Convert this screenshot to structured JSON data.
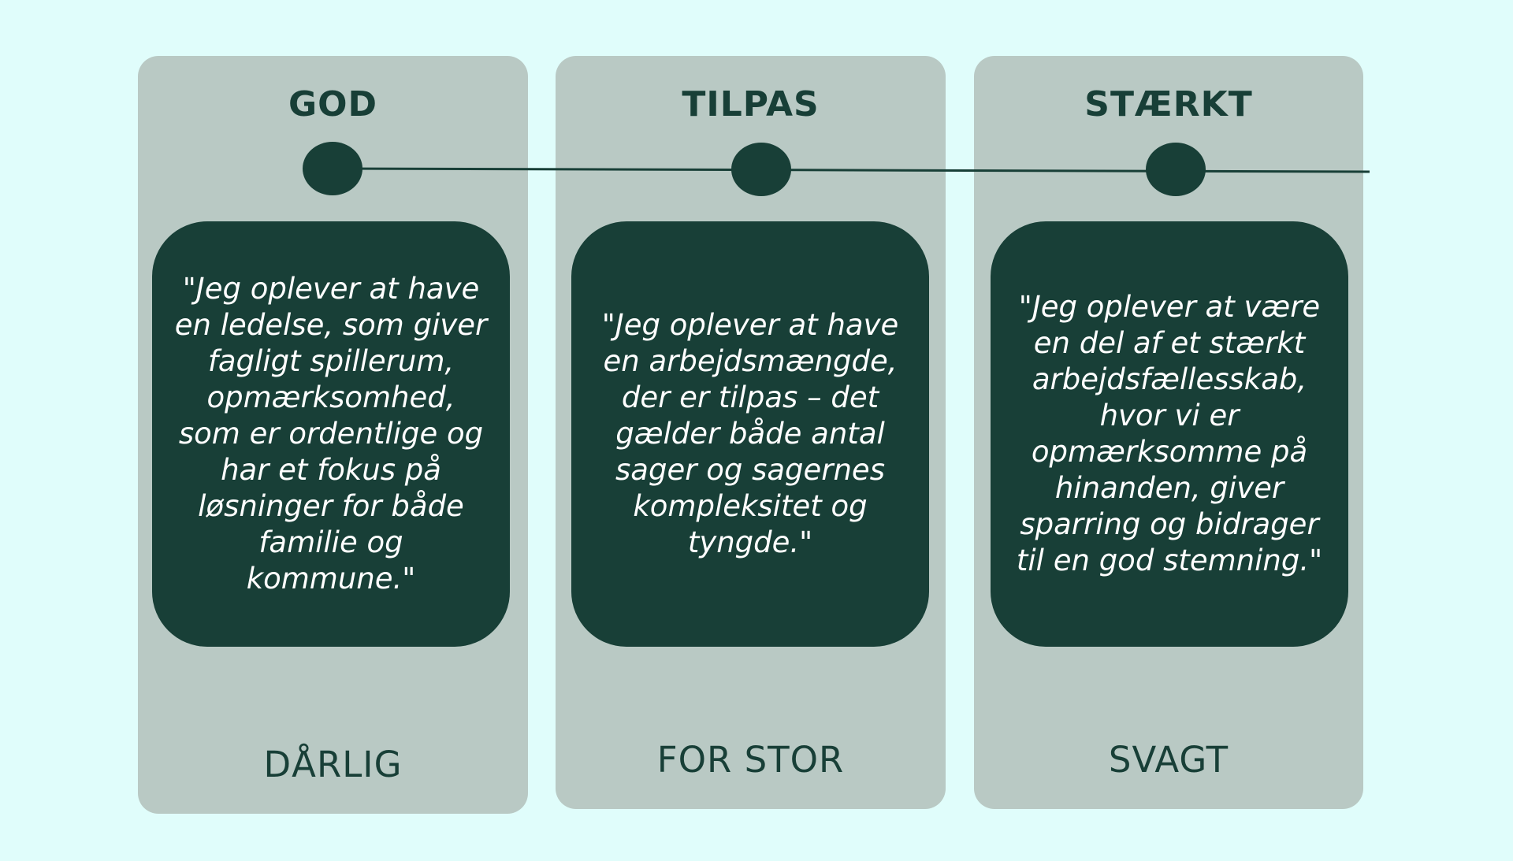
{
  "columns": [
    {
      "top_label": "GOD",
      "quote": "\"Jeg oplever at have en ledelse, som giver fagligt spillerum, opmærksomhed, som er ordentlige og har et fokus på løsninger for både familie og kommune.\"",
      "bottom_label": "DÅRLIG"
    },
    {
      "top_label": "TILPAS",
      "quote": "\"Jeg oplever at have en arbejdsmængde, der er tilpas – det gælder både antal sager og sagernes kompleksitet og tyngde.\"",
      "bottom_label": "FOR STOR"
    },
    {
      "top_label": "STÆRKT",
      "quote": "\"Jeg oplever at være en del af et stærkt arbejdsfællesskab, hvor vi er opmærksomme på hinanden, giver sparring og bidrager til en god stemning.\"",
      "bottom_label": "SVAGT"
    }
  ],
  "colors": {
    "background": "#e0fdfb",
    "panel": "#b9c9c4",
    "dark_green": "#183f37",
    "quote_text": "#ffffff"
  }
}
